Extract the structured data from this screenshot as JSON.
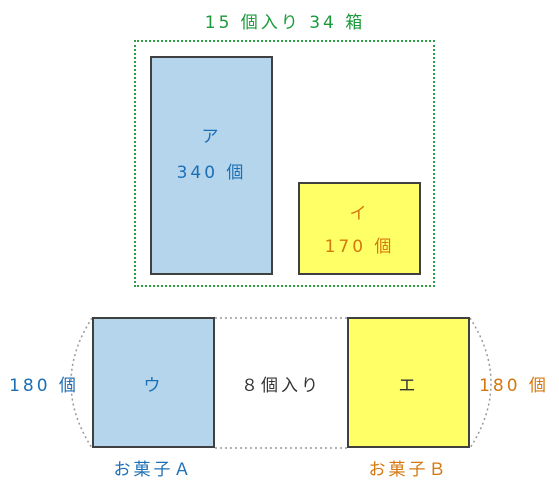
{
  "top_group": {
    "title": "15 個入り 34 箱"
  },
  "box_a": {
    "label": "ア",
    "count": "340 個"
  },
  "box_i": {
    "label": "イ",
    "count": "170 個"
  },
  "box_u": {
    "label": "ウ",
    "count": "180 個"
  },
  "box_e": {
    "label": "エ",
    "count": "180 個"
  },
  "middle": {
    "label": "８個入り"
  },
  "captions": {
    "left": "お菓子Ａ",
    "right": "お菓子Ｂ"
  },
  "colors": {
    "blue_fill": "#b5d5ec",
    "yellow_fill": "#ffff66",
    "blue_text": "#1d6fb5",
    "orange_text": "#d4780f",
    "green": "#1a9a3a",
    "dotted_gray": "#999999"
  }
}
